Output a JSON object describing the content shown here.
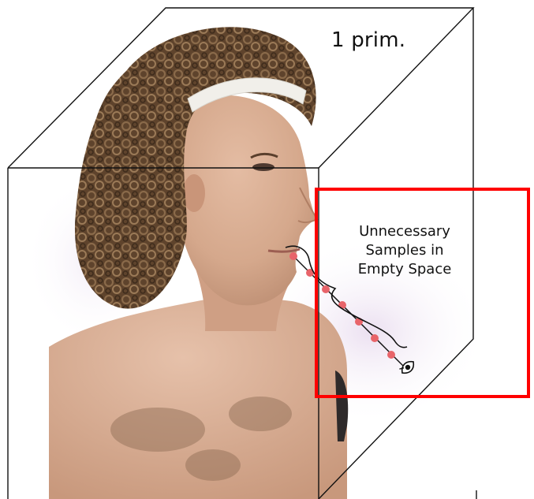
{
  "primitive_count_label": "1 prim.",
  "annotation": {
    "lines": [
      "Unnecessary",
      "Samples in",
      "Empty Space"
    ]
  },
  "colors": {
    "highlight_box": "#ff0000",
    "sample_points": "#e8646a",
    "cube_edges": "#111111",
    "skin": "#d9ad92",
    "hair": "#6a4d33"
  },
  "icons": [
    "eye-icon"
  ]
}
